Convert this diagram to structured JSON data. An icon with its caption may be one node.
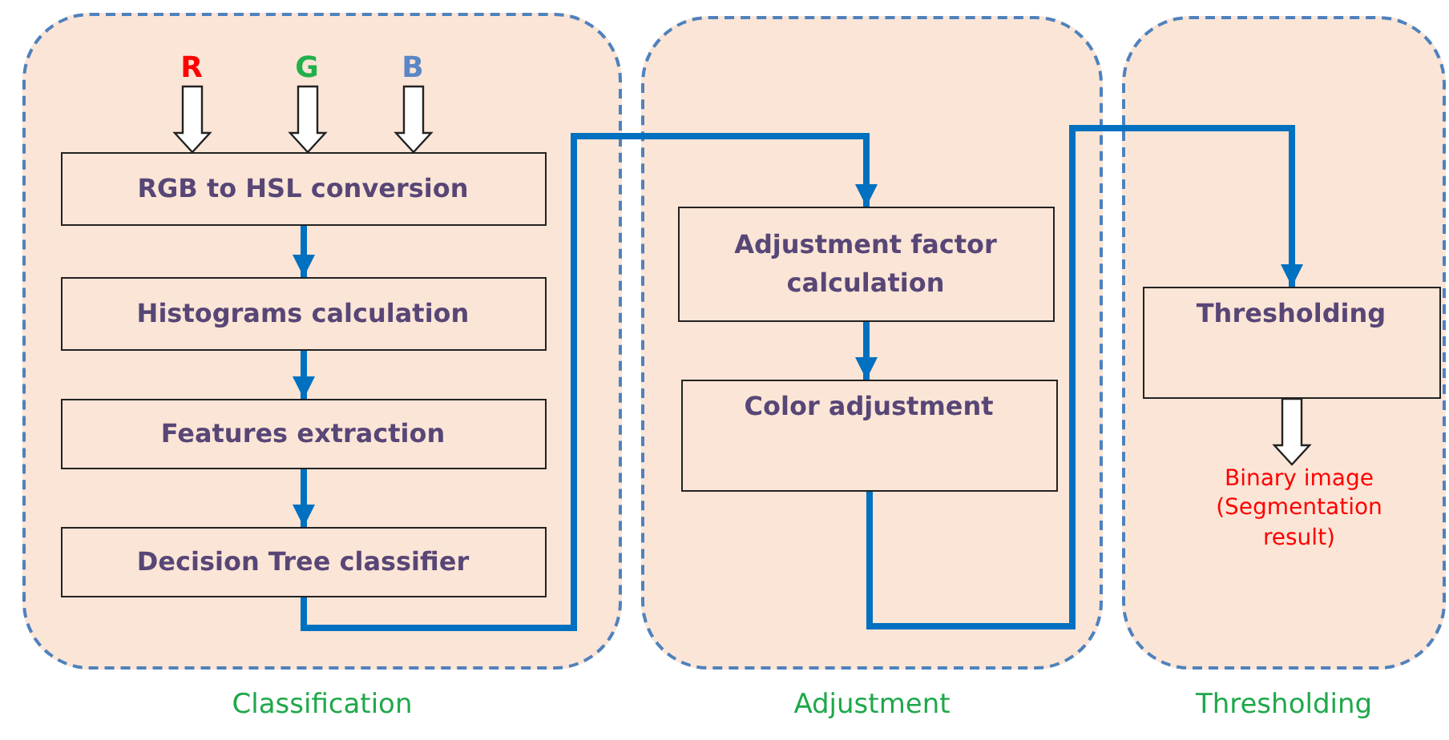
{
  "diagram": {
    "nodes": [
      {
        "text": [
          "Classification"
        ]
      },
      {
        "text": [
          "R"
        ],
        "in": 0
      },
      {
        "text": [
          "G"
        ],
        "in": 0
      },
      {
        "text": [
          "B"
        ],
        "in": 0
      },
      {
        "text": [
          "RGB to HSL conversion"
        ],
        "in": 0
      },
      {
        "text": [
          "Histograms calculation"
        ],
        "in": 0
      },
      {
        "text": [
          "Features extraction"
        ],
        "in": 0
      },
      {
        "text": [
          "Decision Tree classifier"
        ],
        "in": 0
      },
      {
        "text": [
          "Adjustment"
        ]
      },
      {
        "text": [
          "Adjustment factor calculation"
        ],
        "in": 8
      },
      {
        "text": [
          "Color adjustment"
        ],
        "in": 8
      },
      {
        "text": [
          "Thresholding"
        ]
      },
      {
        "text": [
          "Thresholding"
        ],
        "in": 11
      },
      {
        "text": [
          "Binary image (Segmentation result)"
        ],
        "in": 11
      }
    ],
    "edges": [
      {
        "from": 1,
        "to": 4,
        "arrow": "to",
        "color": "#ffffff"
      },
      {
        "from": 2,
        "to": 4,
        "arrow": "to",
        "color": "#ffffff"
      },
      {
        "from": 3,
        "to": 4,
        "arrow": "to",
        "color": "#ffffff"
      },
      {
        "from": 4,
        "to": 5,
        "arrow": "to"
      },
      {
        "from": 5,
        "to": 6,
        "arrow": "to"
      },
      {
        "from": 6,
        "to": 7,
        "arrow": "to"
      },
      {
        "from": 7,
        "to": 9,
        "arrow": "to"
      },
      {
        "from": 9,
        "to": 10,
        "arrow": "to"
      },
      {
        "from": 10,
        "to": 12,
        "arrow": "to"
      },
      {
        "from": 12,
        "to": 13,
        "arrow": "to",
        "color": "#ffffff"
      }
    ]
  }
}
